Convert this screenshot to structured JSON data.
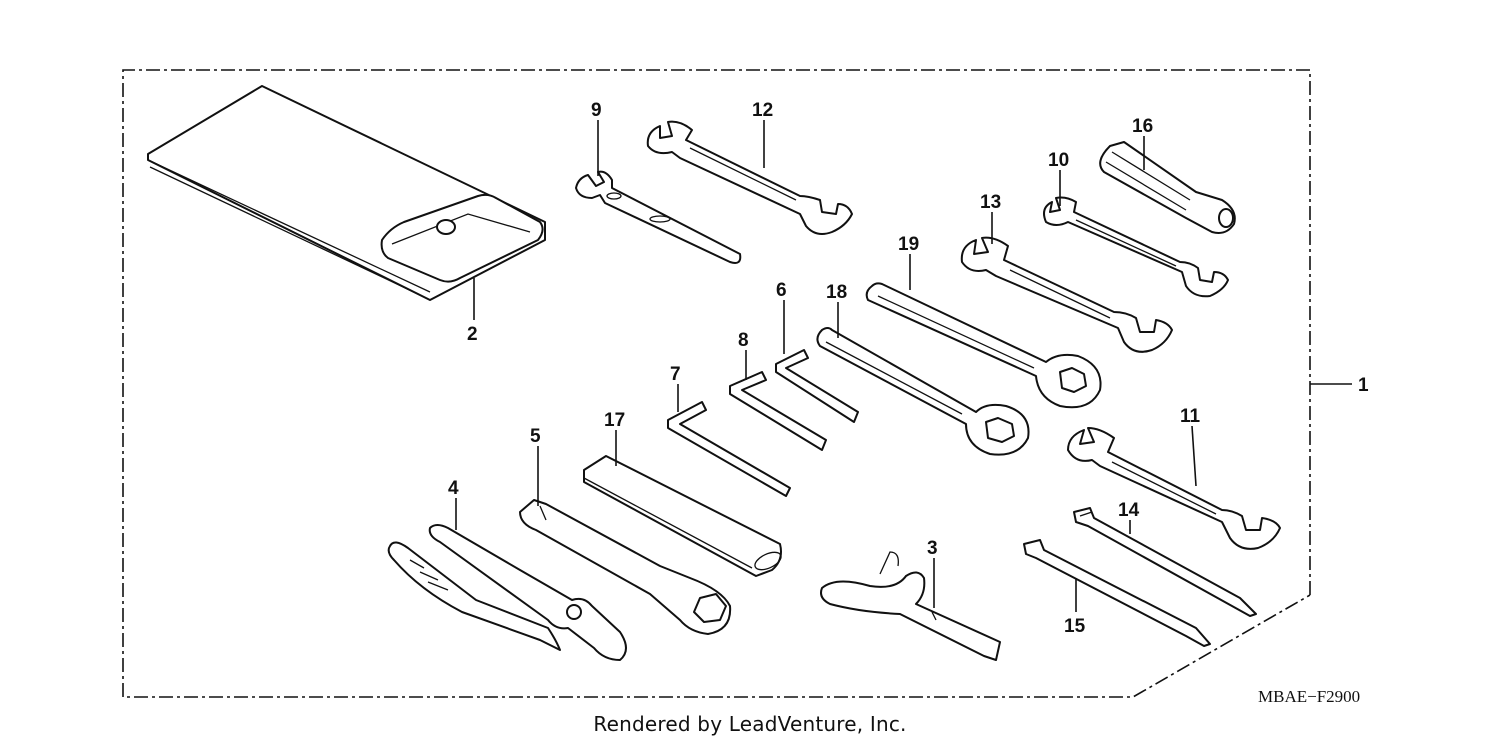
{
  "diagram": {
    "code": "MBAE−F2900",
    "credit": "Rendered by LeadVenture, Inc.",
    "callouts": [
      {
        "id": "c1",
        "text": "1"
      },
      {
        "id": "c2",
        "text": "2"
      },
      {
        "id": "c3",
        "text": "3"
      },
      {
        "id": "c4",
        "text": "4"
      },
      {
        "id": "c5",
        "text": "5"
      },
      {
        "id": "c6",
        "text": "6"
      },
      {
        "id": "c7",
        "text": "7"
      },
      {
        "id": "c8",
        "text": "8"
      },
      {
        "id": "c9",
        "text": "9"
      },
      {
        "id": "c10",
        "text": "10"
      },
      {
        "id": "c11",
        "text": "11"
      },
      {
        "id": "c12",
        "text": "12"
      },
      {
        "id": "c13",
        "text": "13"
      },
      {
        "id": "c14",
        "text": "14"
      },
      {
        "id": "c15",
        "text": "15"
      },
      {
        "id": "c16",
        "text": "16"
      },
      {
        "id": "c17",
        "text": "17"
      },
      {
        "id": "c18",
        "text": "18"
      },
      {
        "id": "c19",
        "text": "19"
      }
    ],
    "parts": [
      {
        "callout": "1",
        "icon": "tool-kit-outline-icon"
      },
      {
        "callout": "2",
        "icon": "tool-bag-icon"
      },
      {
        "callout": "3",
        "icon": "pin-spanner-icon"
      },
      {
        "callout": "4",
        "icon": "pliers-icon"
      },
      {
        "callout": "5",
        "icon": "plug-wrench-icon"
      },
      {
        "callout": "6",
        "icon": "hex-key-icon"
      },
      {
        "callout": "7",
        "icon": "hex-key-icon"
      },
      {
        "callout": "8",
        "icon": "hex-key-icon"
      },
      {
        "callout": "9",
        "icon": "open-end-wrench-icon"
      },
      {
        "callout": "10",
        "icon": "open-end-wrench-icon"
      },
      {
        "callout": "11",
        "icon": "open-end-wrench-icon"
      },
      {
        "callout": "12",
        "icon": "open-end-wrench-icon"
      },
      {
        "callout": "13",
        "icon": "open-end-wrench-icon"
      },
      {
        "callout": "14",
        "icon": "screwdriver-icon"
      },
      {
        "callout": "15",
        "icon": "screwdriver-icon"
      },
      {
        "callout": "16",
        "icon": "screwdriver-grip-icon"
      },
      {
        "callout": "17",
        "icon": "handle-bar-icon"
      },
      {
        "callout": "18",
        "icon": "box-end-wrench-icon"
      },
      {
        "callout": "19",
        "icon": "box-end-wrench-icon"
      }
    ]
  }
}
